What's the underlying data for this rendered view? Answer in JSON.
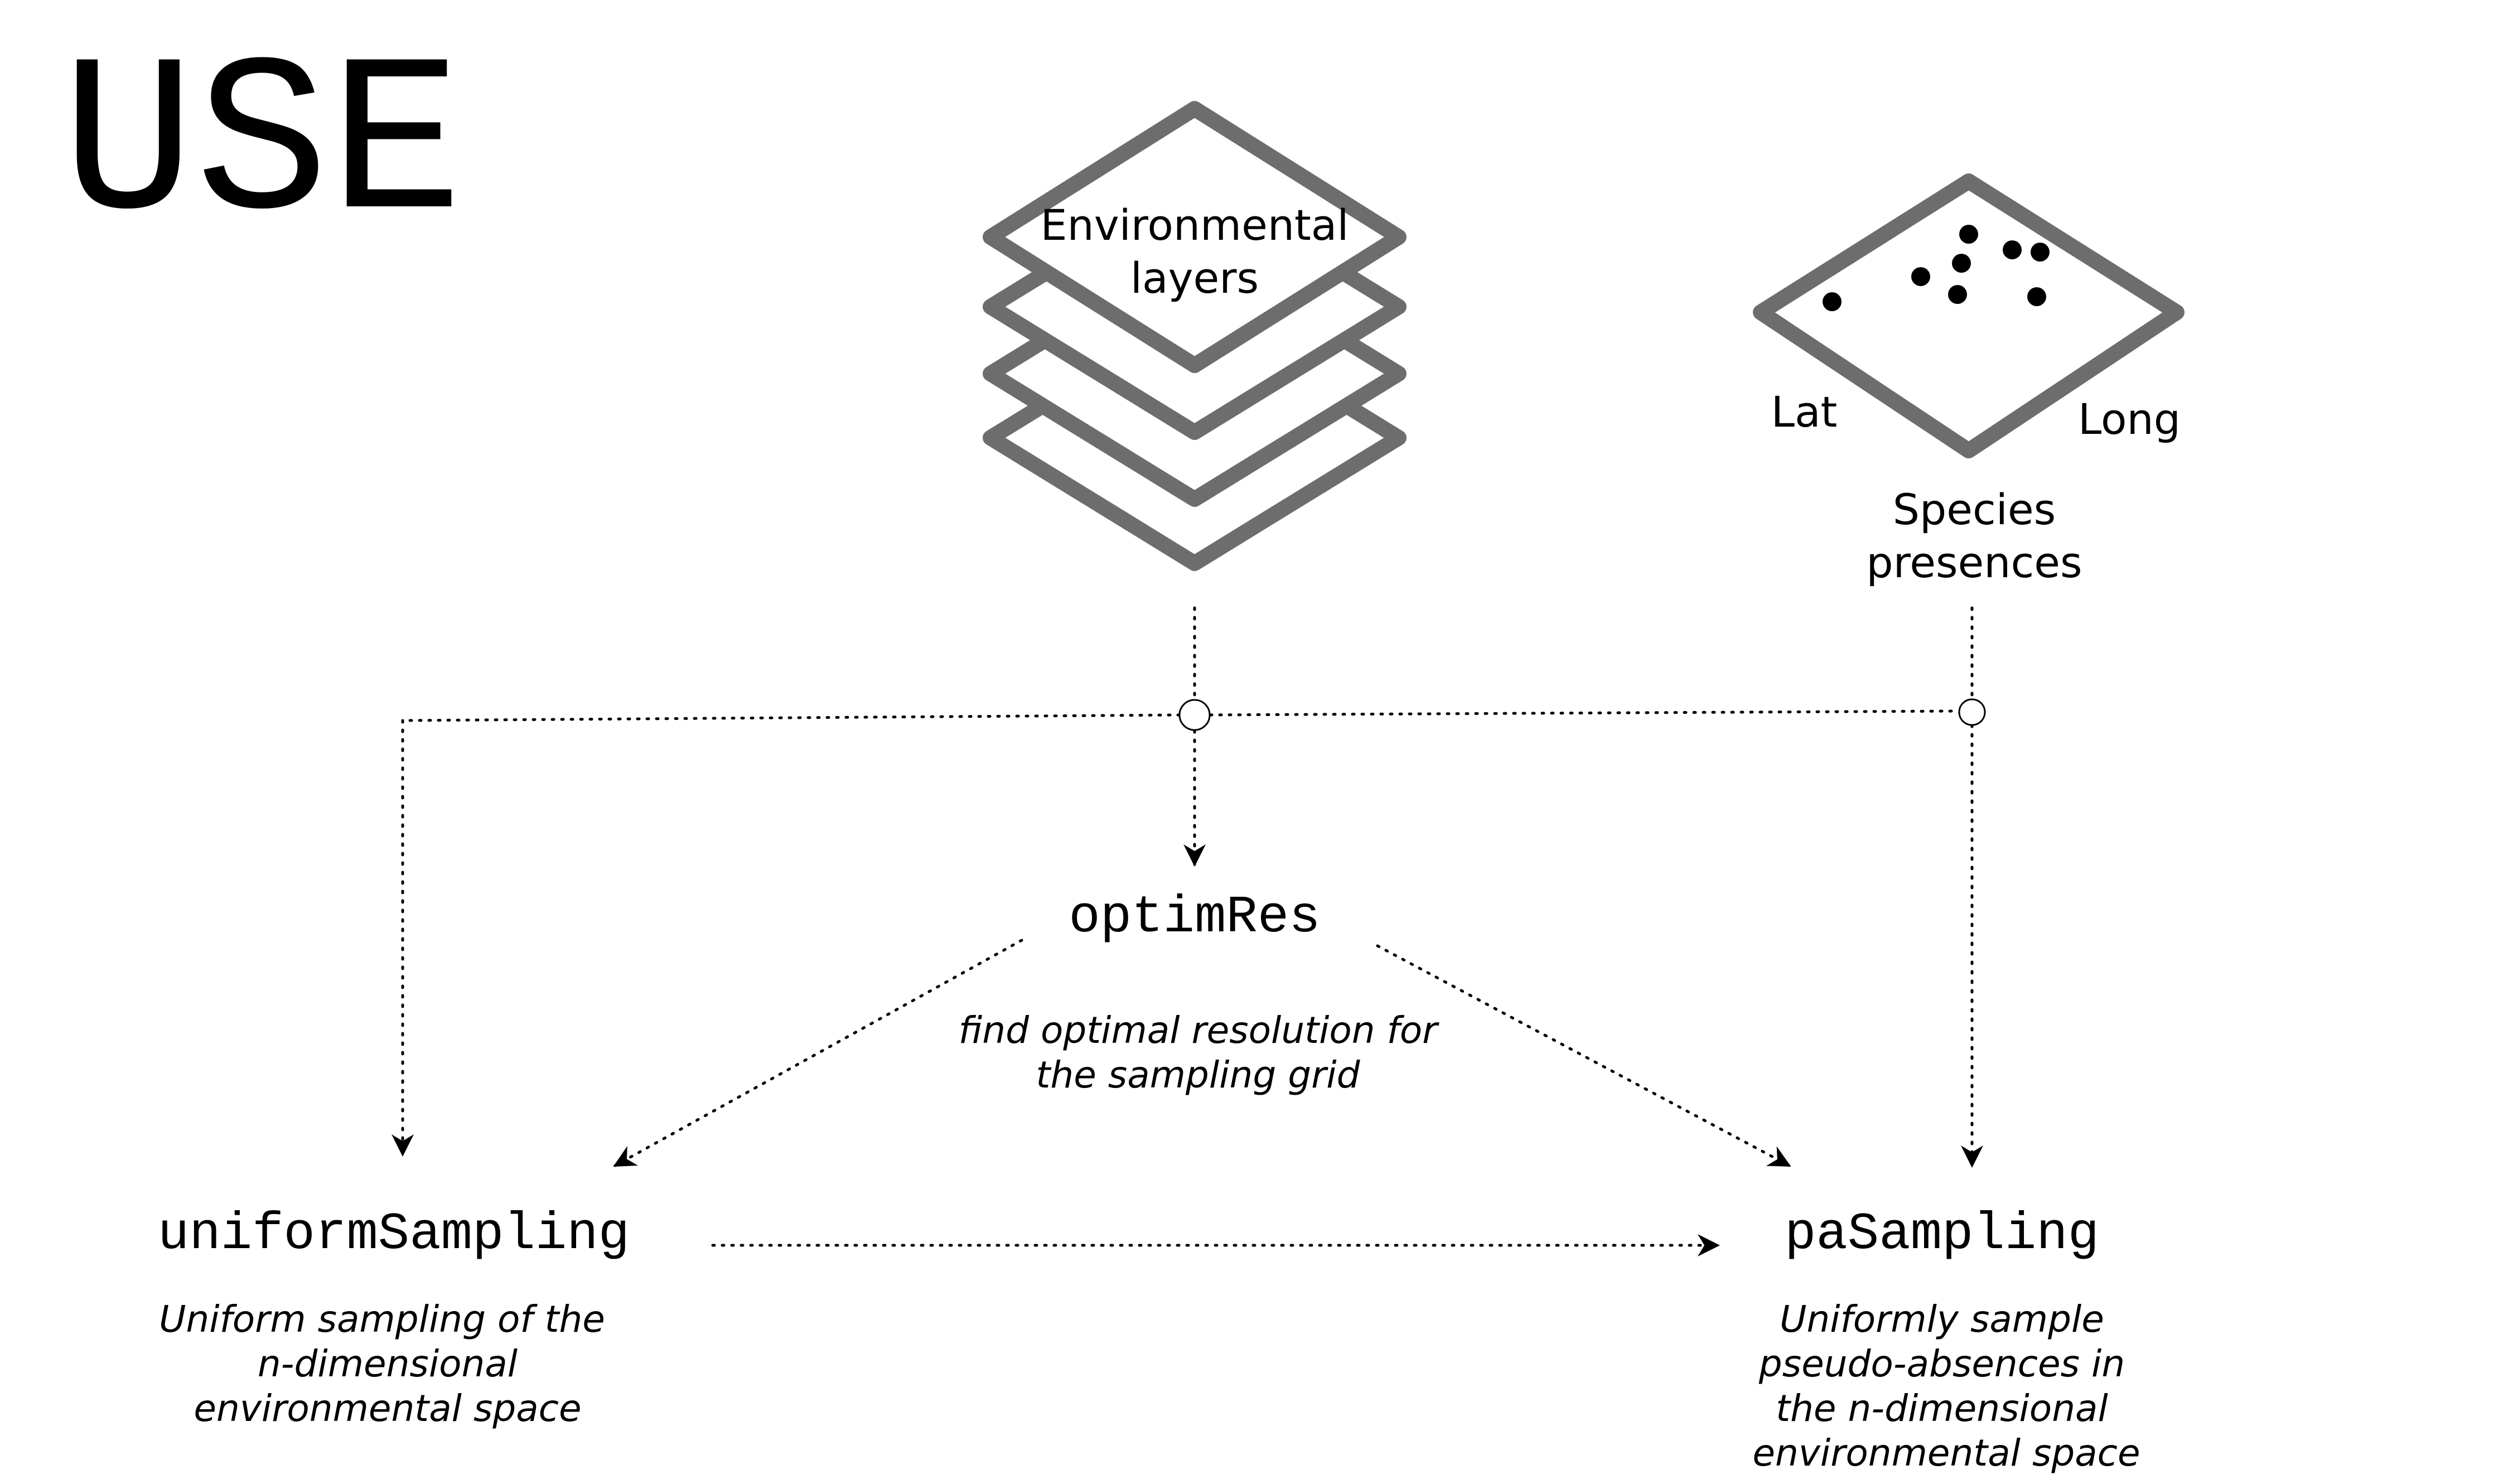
{
  "title": "USE",
  "inputs": {
    "environmental_layers": {
      "label_line1": "Environmental",
      "label_line2": "layers",
      "stack_count": 4
    },
    "species_presences": {
      "label_line1": "Species",
      "label_line2": "presences",
      "axis_lat": "Lat",
      "axis_long": "Long"
    }
  },
  "functions": {
    "optimRes": {
      "name": "optimRes",
      "desc_line1": "find optimal resolution for",
      "desc_line2": "the sampling grid"
    },
    "uniformSampling": {
      "name": "uniformSampling",
      "desc_line1": "Uniform sampling of the",
      "desc_line2": "n-dimensional",
      "desc_line3": "environmental space"
    },
    "paSampling": {
      "name": "paSampling",
      "desc_line1": "Uniformly sample",
      "desc_line2": "pseudo-absences in",
      "desc_line3": "the n-dimensional",
      "desc_line4": "environmental space"
    }
  },
  "colors": {
    "layer_stroke": "#6d6d6d",
    "text": "#000000",
    "background": "#ffffff"
  }
}
